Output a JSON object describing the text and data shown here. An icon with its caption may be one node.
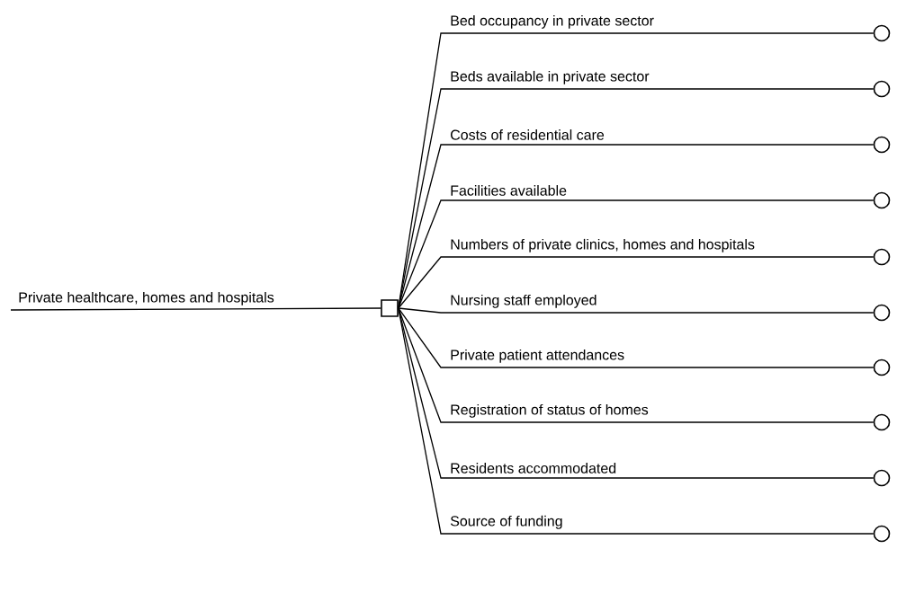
{
  "diagram": {
    "nodes": [
      {
        "text": [],
        "shape": "box"
      },
      {
        "text": [],
        "shape": "circle"
      },
      {
        "text": [],
        "shape": "circle"
      },
      {
        "text": [],
        "shape": "circle"
      },
      {
        "text": [],
        "shape": "circle"
      },
      {
        "text": [],
        "shape": "circle"
      },
      {
        "text": [],
        "shape": "circle"
      },
      {
        "text": [],
        "shape": "circle"
      },
      {
        "text": [],
        "shape": "circle"
      },
      {
        "text": [],
        "shape": "circle"
      },
      {
        "text": [],
        "shape": "circle"
      }
    ],
    "edges": [
      {
        "from": null,
        "to": 0,
        "arrow": "none",
        "label": "Private healthcare, homes and hospitals"
      },
      {
        "from": 0,
        "to": 1,
        "arrow": "none",
        "label": "Bed occupancy in private sector"
      },
      {
        "from": 0,
        "to": 2,
        "arrow": "none",
        "label": "Beds available in private sector"
      },
      {
        "from": 0,
        "to": 3,
        "arrow": "none",
        "label": "Costs of residential care"
      },
      {
        "from": 0,
        "to": 4,
        "arrow": "none",
        "label": "Facilities available"
      },
      {
        "from": 0,
        "to": 5,
        "arrow": "none",
        "label": "Numbers of private clinics, homes and hospitals"
      },
      {
        "from": 0,
        "to": 6,
        "arrow": "none",
        "label": "Nursing staff employed"
      },
      {
        "from": 0,
        "to": 7,
        "arrow": "none",
        "label": "Private patient attendances"
      },
      {
        "from": 0,
        "to": 8,
        "arrow": "none",
        "label": "Registration of status of homes"
      },
      {
        "from": 0,
        "to": 9,
        "arrow": "none",
        "label": "Residents accommodated"
      },
      {
        "from": 0,
        "to": 10,
        "arrow": "none",
        "label": "Source of funding"
      }
    ]
  }
}
